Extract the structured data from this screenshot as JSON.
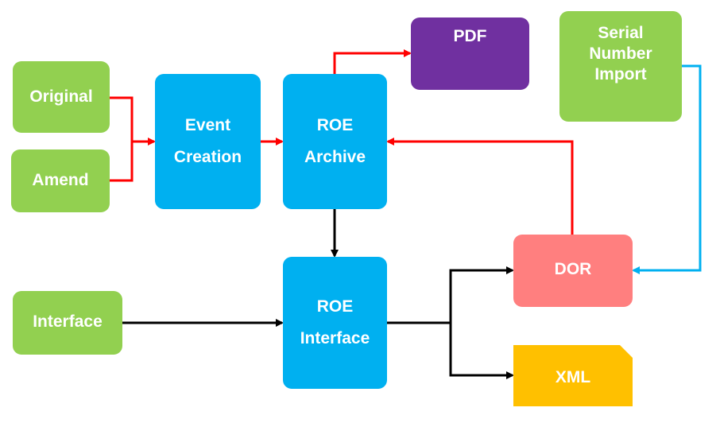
{
  "diagram": {
    "nodes": {
      "original": {
        "label": "Original",
        "color": "#92d050"
      },
      "amend": {
        "label": "Amend",
        "color": "#92d050"
      },
      "event_creation": {
        "label": "Event\nCreation",
        "color": "#00b0f0"
      },
      "roe_archive": {
        "label": "ROE\nArchive",
        "color": "#00b0f0"
      },
      "pdf": {
        "label": "PDF",
        "color": "#7030a0"
      },
      "serial_number_import": {
        "label": "Serial\nNumber\nImport",
        "color": "#92d050"
      },
      "interface": {
        "label": "Interface",
        "color": "#92d050"
      },
      "roe_interface": {
        "label": "ROE\nInterface",
        "color": "#00b0f0"
      },
      "dor": {
        "label": "DOR",
        "color": "#ff7f7f"
      },
      "xml": {
        "label": "XML",
        "color": "#ffc000"
      }
    },
    "edges": [
      {
        "from": "original",
        "to": "event_creation",
        "color": "#ff0000"
      },
      {
        "from": "amend",
        "to": "event_creation",
        "color": "#ff0000"
      },
      {
        "from": "event_creation",
        "to": "roe_archive",
        "color": "#ff0000"
      },
      {
        "from": "roe_archive",
        "to": "pdf",
        "color": "#ff0000"
      },
      {
        "from": "dor",
        "to": "roe_archive",
        "color": "#ff0000"
      },
      {
        "from": "roe_archive",
        "to": "roe_interface",
        "color": "#000000"
      },
      {
        "from": "interface",
        "to": "roe_interface",
        "color": "#000000"
      },
      {
        "from": "roe_interface",
        "to": "dor",
        "color": "#000000"
      },
      {
        "from": "roe_interface",
        "to": "xml",
        "color": "#000000"
      },
      {
        "from": "serial_number_import",
        "to": "dor",
        "color": "#00b0f0"
      }
    ]
  }
}
